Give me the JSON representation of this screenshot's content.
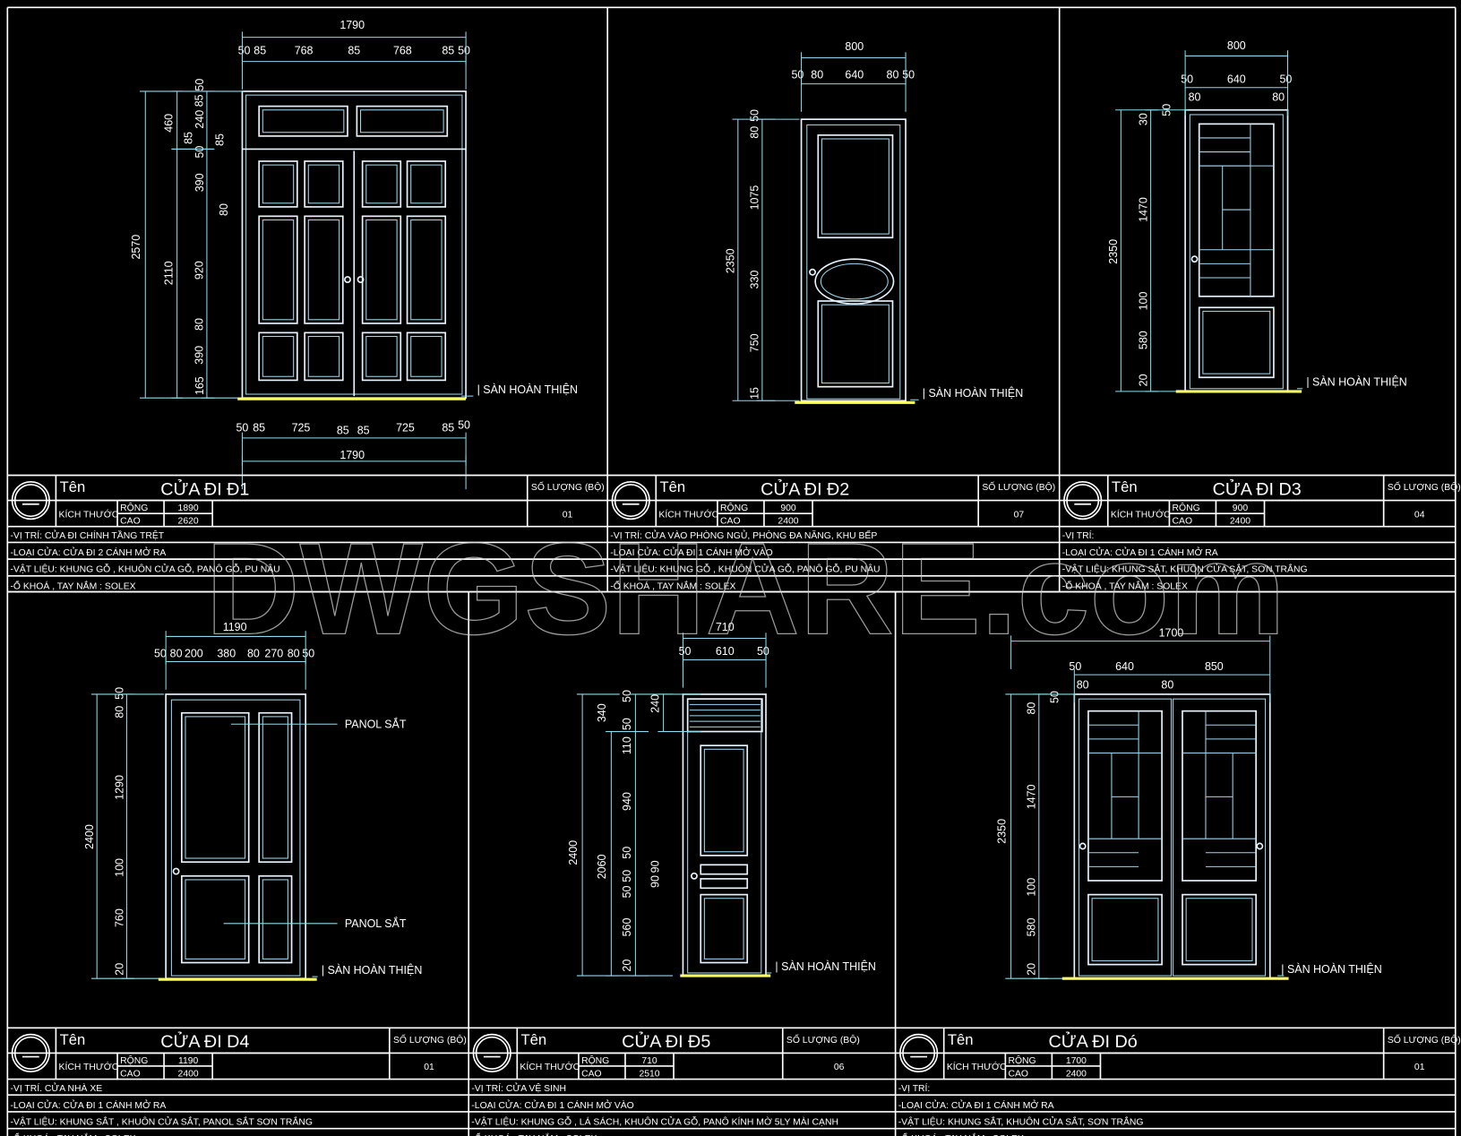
{
  "watermark": "DWGSHARE.com",
  "common": {
    "ten_label": "Tên",
    "kich_thuoc_label": "KÍCH THƯỚC",
    "rong_label": "RỘNG",
    "cao_label": "CAO",
    "so_luong_label": "SỐ LƯỢNG (BỘ)",
    "floor_label": "SÀN HOÀN THIỆN",
    "panol_label": "PANOL SẮT"
  },
  "doors": [
    {
      "title": "CỬA ĐI  Đ1",
      "rong": "1890",
      "cao": "2620",
      "qty": "01",
      "notes": [
        "-VỊ TRÍ: CỬA ĐI CHÍNH TẦNG TRỆT",
        "-LOẠI CỬA: CỬA ĐI 2 CÁNH MỞ RA",
        "-VẬT LIỆU: KHUNG GỖ , KHUÔN CỬA GỖ, PANÔ GỖ, PU NÂU",
        "-Ổ KHOÁ , TAY NẮM : SOLEX"
      ],
      "dims": [
        "1790",
        "50",
        "85",
        "768",
        "85",
        "768",
        "85",
        "50",
        "2570",
        "2110",
        "460",
        "50",
        "85",
        "240",
        "85",
        "50",
        "85",
        "390",
        "80",
        "920",
        "80",
        "390",
        "165",
        "50",
        "85",
        "725",
        "85",
        "85",
        "725",
        "85",
        "50",
        "1790"
      ]
    },
    {
      "title": "CỬA ĐI  Đ2",
      "rong": "900",
      "cao": "2400",
      "qty": "07",
      "notes": [
        "-VỊ TRÍ: CỬA VÀO PHÒNG NGỦ,  PHÒNG ĐA NĂNG, KHU BẾP",
        "-LOẠI CỬA: CỬA ĐI 1 CÁNH MỞ VÀO",
        "-VẬT LIỆU: KHUNG GỖ , KHUÔN CỬA GỖ, PANÔ GỖ, PU NÂU",
        "-Ổ KHOÁ , TAY NẮM : SOLEX"
      ],
      "dims": [
        "800",
        "50",
        "80",
        "640",
        "80",
        "50",
        "2350",
        "50",
        "80",
        "1075",
        "330",
        "750",
        "15"
      ]
    },
    {
      "title": "CỬA ĐI  D3",
      "rong": "900",
      "cao": "2400",
      "qty": "04",
      "notes": [
        "-VỊ TRÍ:",
        "-LOẠI CỬA: CỬA ĐI 1 CÁNH MỞ RA",
        "-VẬT LIỆU: KHUNG SẮT, KHUÔN CỬA SẮT, SƠN TRẮNG",
        "-Ổ KHOÁ , TAY NẮM : SOLEX"
      ],
      "dims": [
        "800",
        "50",
        "640",
        "50",
        "80",
        "80",
        "2350",
        "30",
        "50",
        "1470",
        "100",
        "580",
        "20"
      ]
    },
    {
      "title": "CỬA ĐI D4",
      "rong": "1190",
      "cao": "2400",
      "qty": "01",
      "notes": [
        "-VỊ TRÍ. CỬA NHÀ XE",
        "-LOẠI CỬA: CỬA ĐI 1 CÁNH MỞ RA",
        "-VẬT LIỆU: KHUNG SẮT , KHUÔN CỬA SẮT, PANOL SẮT SƠN TRẮNG",
        "-Ổ KHOÁ , TAY NẮM : SOLEX"
      ],
      "dims": [
        "1190",
        "50",
        "80",
        "200",
        "380",
        "80",
        "270",
        "80",
        "50",
        "2400",
        "80",
        "50",
        "1290",
        "100",
        "760",
        "20"
      ]
    },
    {
      "title": "CỬA ĐI  Đ5",
      "rong": "710",
      "cao": "2510",
      "qty": "06",
      "notes": [
        "-VỊ TRÍ: CỬA VỆ SINH",
        "-LOẠI CỬA: CỬA ĐI 1 CÁNH MỞ  VÀO",
        "-VẬT LIỆU: KHUNG GỖ , LÁ SÁCH, KHUÔN CỬA GỖ, PANÔ KÍNH MỜ 5LY MÀI CẠNH",
        "-Ổ KHOÁ , TAY NẮM : SOLEX"
      ],
      "dims": [
        "710",
        "50",
        "610",
        "50",
        "2400",
        "2060",
        "340",
        "50",
        "240",
        "50",
        "110",
        "940",
        "50",
        "50",
        "50",
        "90",
        "90",
        "560",
        "20"
      ]
    },
    {
      "title": "CỬA ĐI  Dó",
      "rong": "1700",
      "cao": "2400",
      "qty": "01",
      "notes": [
        "-VỊ TRÍ:",
        "-LOẠI CỬA: CỬA ĐI 1 CÁNH MỞ RA",
        "-VẬT LIỆU: KHUNG SẮT, KHUÔN CỬA SẮT, SƠN TRẮNG",
        "-Ổ KHOÁ , TAY NẮM : SOLEX"
      ],
      "dims": [
        "1700",
        "50",
        "640",
        "850",
        "80",
        "80",
        "2350",
        "80",
        "50",
        "1470",
        "100",
        "580",
        "20"
      ]
    }
  ],
  "colors": {
    "line": "#ffffff",
    "dimension": "#8fd9ec",
    "floor": "#ffff66",
    "background": "#000000"
  }
}
